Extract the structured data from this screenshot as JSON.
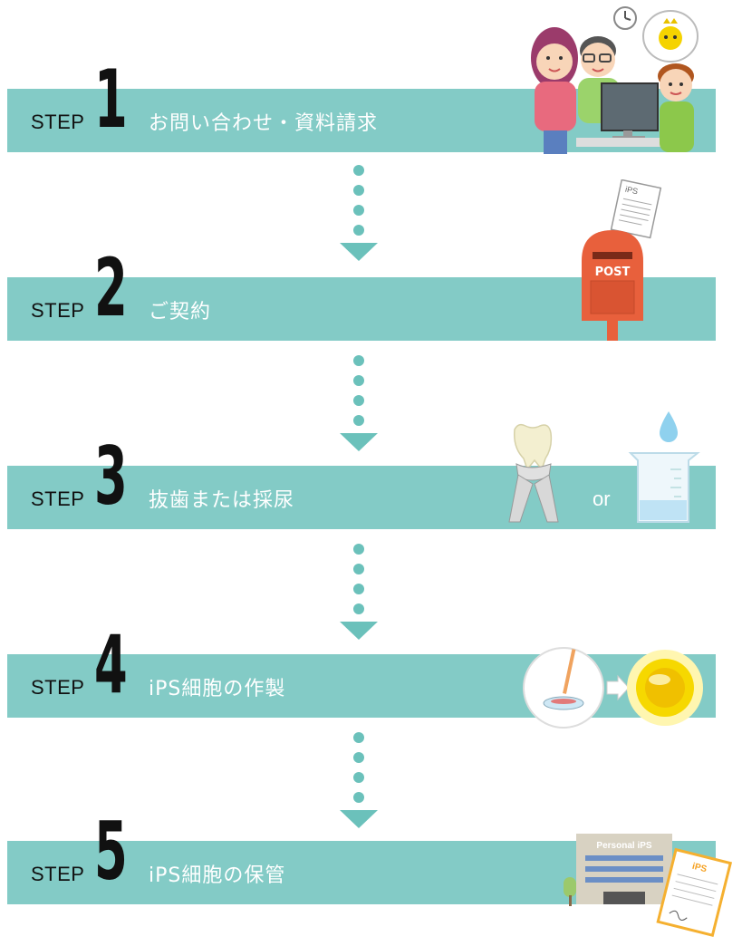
{
  "steps": [
    {
      "word": "STEP",
      "number": "1",
      "label": "お問い合わせ・資料請求"
    },
    {
      "word": "STEP",
      "number": "2",
      "label": "ご契約"
    },
    {
      "word": "STEP",
      "number": "3",
      "label": "抜歯または採尿",
      "or": "or"
    },
    {
      "word": "STEP",
      "number": "4",
      "label": "iPS細胞の作製"
    },
    {
      "word": "STEP",
      "number": "5",
      "label": "iPS細胞の保管"
    }
  ],
  "illustrations": {
    "post_label": "POST",
    "document_label": "iPS",
    "building_sign": "Personal iPS",
    "certificate_label": "iPS"
  },
  "colors": {
    "band": "#83cbc6",
    "connector": "#6bc1bb",
    "number": "#111111",
    "label": "#ffffff"
  }
}
